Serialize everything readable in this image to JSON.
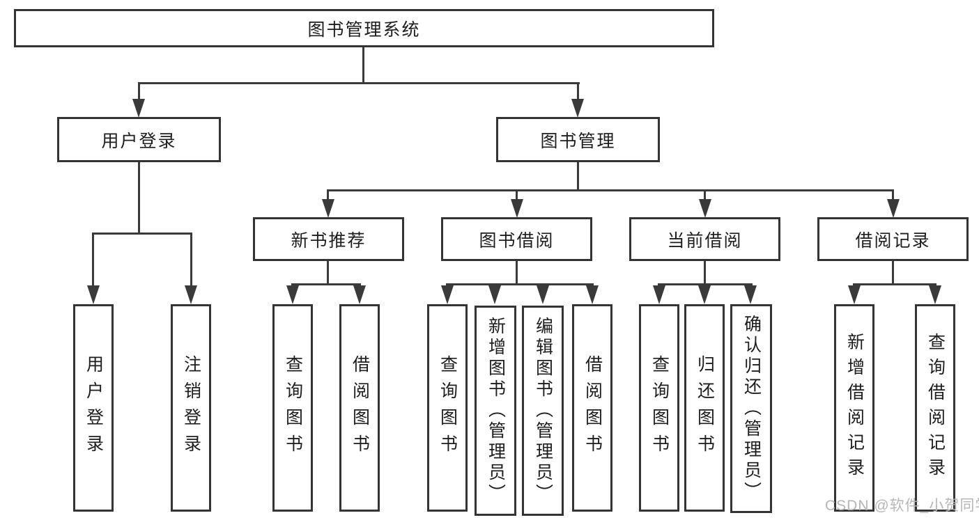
{
  "colors": {
    "background": "#ffffff",
    "line": "#3a3a3a",
    "box_border": "#343434",
    "text": "#1d1d1d",
    "watermark": "#b6b6b6"
  },
  "tree": {
    "label": "图书管理系统",
    "children": [
      {
        "label": "用户登录",
        "children": [
          {
            "label": "用户登录"
          },
          {
            "label": "注销登录"
          }
        ]
      },
      {
        "label": "图书管理",
        "children": [
          {
            "label": "新书推荐",
            "children": [
              {
                "label": "查询图书"
              },
              {
                "label": "借阅图书"
              }
            ]
          },
          {
            "label": "图书借阅",
            "children": [
              {
                "label": "查询图书"
              },
              {
                "label": "新增图书（管理员）"
              },
              {
                "label": "编辑图书（管理员）"
              },
              {
                "label": "借阅图书"
              }
            ]
          },
          {
            "label": "当前借阅",
            "children": [
              {
                "label": "查询图书"
              },
              {
                "label": "归还图书"
              },
              {
                "label": "确认归还（管理员）"
              }
            ]
          },
          {
            "label": "借阅记录",
            "children": [
              {
                "label": "新增借阅记录"
              },
              {
                "label": "查询借阅记录"
              }
            ]
          }
        ]
      }
    ]
  },
  "watermark": {
    "text": "CSDN @软件_小贺同学"
  }
}
